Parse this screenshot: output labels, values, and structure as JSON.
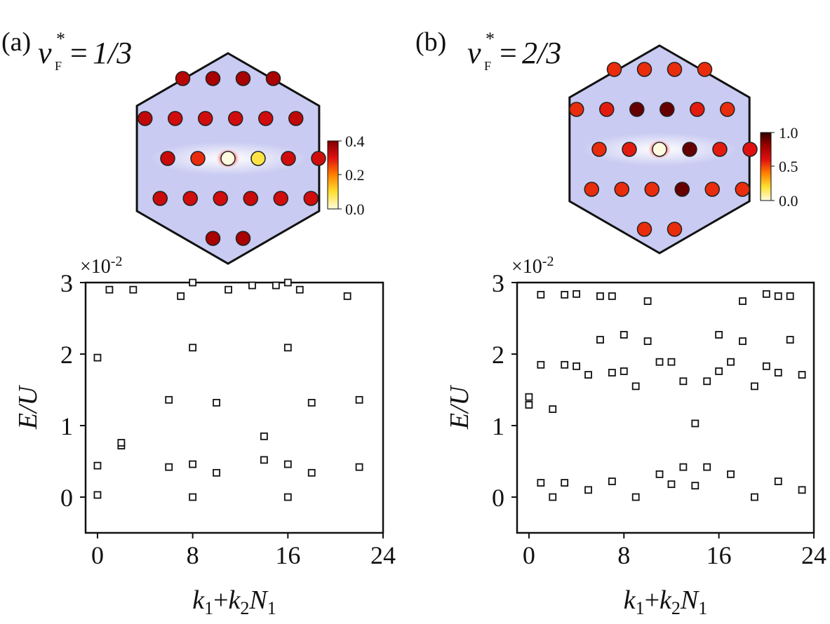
{
  "figure": {
    "panel_a": {
      "label": "(a)",
      "nu_symbol": "ν",
      "nu_sup": "*",
      "nu_sub": "F",
      "nu_value": "1/3"
    },
    "panel_b": {
      "label": "(b)",
      "nu_symbol": "ν",
      "nu_sup": "*",
      "nu_sub": "F",
      "nu_value": "2/3"
    }
  },
  "chart_data": [
    {
      "type": "scatter",
      "panel": "a",
      "ylabel": "E/U",
      "xlabel_parts": [
        "k",
        "1",
        "+k",
        "2",
        "N",
        "1"
      ],
      "y_multiplier": "×10",
      "y_multiplier_exp": "-2",
      "xlim": [
        -1,
        24
      ],
      "ylim": [
        -0.5,
        3.0
      ],
      "xticks": [
        0,
        8,
        16,
        24
      ],
      "yticks": [
        0,
        1,
        2,
        3
      ],
      "marker": "open-square",
      "points": [
        [
          0,
          0.03
        ],
        [
          0,
          0.44
        ],
        [
          0,
          1.95
        ],
        [
          1,
          2.9
        ],
        [
          2,
          0.72
        ],
        [
          2,
          0.76
        ],
        [
          3,
          2.9
        ],
        [
          6,
          0.42
        ],
        [
          6,
          1.36
        ],
        [
          7,
          2.81
        ],
        [
          8,
          0.0
        ],
        [
          8,
          0.46
        ],
        [
          8,
          2.09
        ],
        [
          8,
          3.0
        ],
        [
          10,
          0.34
        ],
        [
          10,
          1.32
        ],
        [
          11,
          2.9
        ],
        [
          13,
          2.96
        ],
        [
          14,
          0.52
        ],
        [
          14,
          0.85
        ],
        [
          15,
          2.96
        ],
        [
          16,
          0.0
        ],
        [
          16,
          0.46
        ],
        [
          16,
          2.09
        ],
        [
          16,
          3.0
        ],
        [
          17,
          2.9
        ],
        [
          18,
          0.34
        ],
        [
          18,
          1.32
        ],
        [
          21,
          2.81
        ],
        [
          22,
          0.42
        ],
        [
          22,
          1.36
        ]
      ]
    },
    {
      "type": "scatter",
      "panel": "b",
      "ylabel": "E/U",
      "xlabel_parts": [
        "k",
        "1",
        "+k",
        "2",
        "N",
        "1"
      ],
      "y_multiplier": "×10",
      "y_multiplier_exp": "-2",
      "xlim": [
        -1,
        24
      ],
      "ylim": [
        -0.5,
        3.0
      ],
      "xticks": [
        0,
        8,
        16,
        24
      ],
      "yticks": [
        0,
        1,
        2,
        3
      ],
      "marker": "open-square",
      "points": [
        [
          0,
          1.29
        ],
        [
          0,
          1.4
        ],
        [
          1,
          0.2
        ],
        [
          1,
          1.85
        ],
        [
          1,
          2.83
        ],
        [
          2,
          0.0
        ],
        [
          2,
          1.23
        ],
        [
          3,
          0.2
        ],
        [
          3,
          1.85
        ],
        [
          3,
          2.83
        ],
        [
          4,
          1.83
        ],
        [
          4,
          2.84
        ],
        [
          5,
          0.1
        ],
        [
          5,
          1.71
        ],
        [
          6,
          2.2
        ],
        [
          6,
          2.81
        ],
        [
          7,
          0.22
        ],
        [
          7,
          1.74
        ],
        [
          7,
          2.81
        ],
        [
          8,
          1.76
        ],
        [
          8,
          2.27
        ],
        [
          9,
          0.0
        ],
        [
          9,
          1.55
        ],
        [
          10,
          2.18
        ],
        [
          10,
          2.74
        ],
        [
          11,
          0.32
        ],
        [
          11,
          1.89
        ],
        [
          12,
          0.18
        ],
        [
          12,
          1.89
        ],
        [
          13,
          0.42
        ],
        [
          13,
          1.62
        ],
        [
          14,
          0.16
        ],
        [
          14,
          1.03
        ],
        [
          15,
          0.42
        ],
        [
          15,
          1.62
        ],
        [
          16,
          1.76
        ],
        [
          16,
          2.27
        ],
        [
          17,
          0.32
        ],
        [
          17,
          1.89
        ],
        [
          18,
          2.18
        ],
        [
          18,
          2.74
        ],
        [
          19,
          0.0
        ],
        [
          19,
          1.55
        ],
        [
          20,
          1.83
        ],
        [
          20,
          2.84
        ],
        [
          21,
          0.22
        ],
        [
          21,
          1.74
        ],
        [
          21,
          2.81
        ],
        [
          22,
          2.2
        ],
        [
          22,
          2.81
        ],
        [
          23,
          0.1
        ],
        [
          23,
          1.71
        ]
      ]
    },
    {
      "type": "heatmap",
      "panel": "a-inset",
      "colorbar_ticks": [
        "0.4",
        "0.2",
        "0.0"
      ],
      "colorbar_range": [
        0.0,
        0.4
      ],
      "colormap": [
        "#fffbe0",
        "#ffe030",
        "#ff8000",
        "#e01010",
        "#a00000",
        "#500000"
      ],
      "background": "#c9cbf2",
      "dots": [
        [
          -1.5,
          2,
          0.29
        ],
        [
          -0.5,
          2,
          0.31
        ],
        [
          0.5,
          2,
          0.31
        ],
        [
          1.5,
          2,
          0.31
        ],
        [
          -2.75,
          1,
          0.28
        ],
        [
          -1.75,
          1,
          0.26
        ],
        [
          -0.75,
          1,
          0.26
        ],
        [
          0.25,
          1,
          0.26
        ],
        [
          1.25,
          1,
          0.26
        ],
        [
          2.25,
          1,
          0.28
        ],
        [
          -2,
          0,
          0.27
        ],
        [
          -1,
          0,
          0.22
        ],
        [
          0,
          0,
          0.0
        ],
        [
          1,
          0,
          0.07
        ],
        [
          2,
          0,
          0.26
        ],
        [
          3,
          0,
          0.26
        ],
        [
          -2.25,
          -1,
          0.27
        ],
        [
          -1.25,
          -1,
          0.26
        ],
        [
          -0.25,
          -1,
          0.26
        ],
        [
          0.75,
          -1,
          0.27
        ],
        [
          1.75,
          -1,
          0.26
        ],
        [
          2.75,
          -1,
          0.26
        ],
        [
          -0.5,
          -2,
          0.31
        ],
        [
          0.5,
          -2,
          0.31
        ]
      ]
    },
    {
      "type": "heatmap",
      "panel": "b-inset",
      "colorbar_ticks": [
        "1.0",
        "0.5",
        "0.0"
      ],
      "colorbar_range": [
        0.0,
        1.0
      ],
      "colormap": [
        "#fffbe0",
        "#ffe030",
        "#ff8000",
        "#e01010",
        "#a00000",
        "#400000"
      ],
      "background": "#c9cbf2",
      "dots": [
        [
          -1.5,
          2,
          0.55
        ],
        [
          -0.5,
          2,
          0.55
        ],
        [
          0.5,
          2,
          0.55
        ],
        [
          1.5,
          2,
          0.55
        ],
        [
          -2.75,
          1,
          0.55
        ],
        [
          -1.75,
          1,
          0.58
        ],
        [
          -0.75,
          1,
          0.92
        ],
        [
          0.25,
          1,
          0.92
        ],
        [
          1.25,
          1,
          0.58
        ],
        [
          2.25,
          1,
          0.55
        ],
        [
          -2,
          0,
          0.55
        ],
        [
          -1,
          0,
          0.58
        ],
        [
          0,
          0,
          0.0
        ],
        [
          1,
          0,
          0.92
        ],
        [
          2,
          0,
          0.58
        ],
        [
          3,
          0,
          0.6
        ],
        [
          -2.25,
          -1,
          0.55
        ],
        [
          -1.25,
          -1,
          0.55
        ],
        [
          -0.25,
          -1,
          0.55
        ],
        [
          0.75,
          -1,
          0.92
        ],
        [
          1.75,
          -1,
          0.55
        ],
        [
          2.75,
          -1,
          0.55
        ],
        [
          -0.5,
          -2,
          0.55
        ],
        [
          0.5,
          -2,
          0.55
        ]
      ]
    }
  ]
}
